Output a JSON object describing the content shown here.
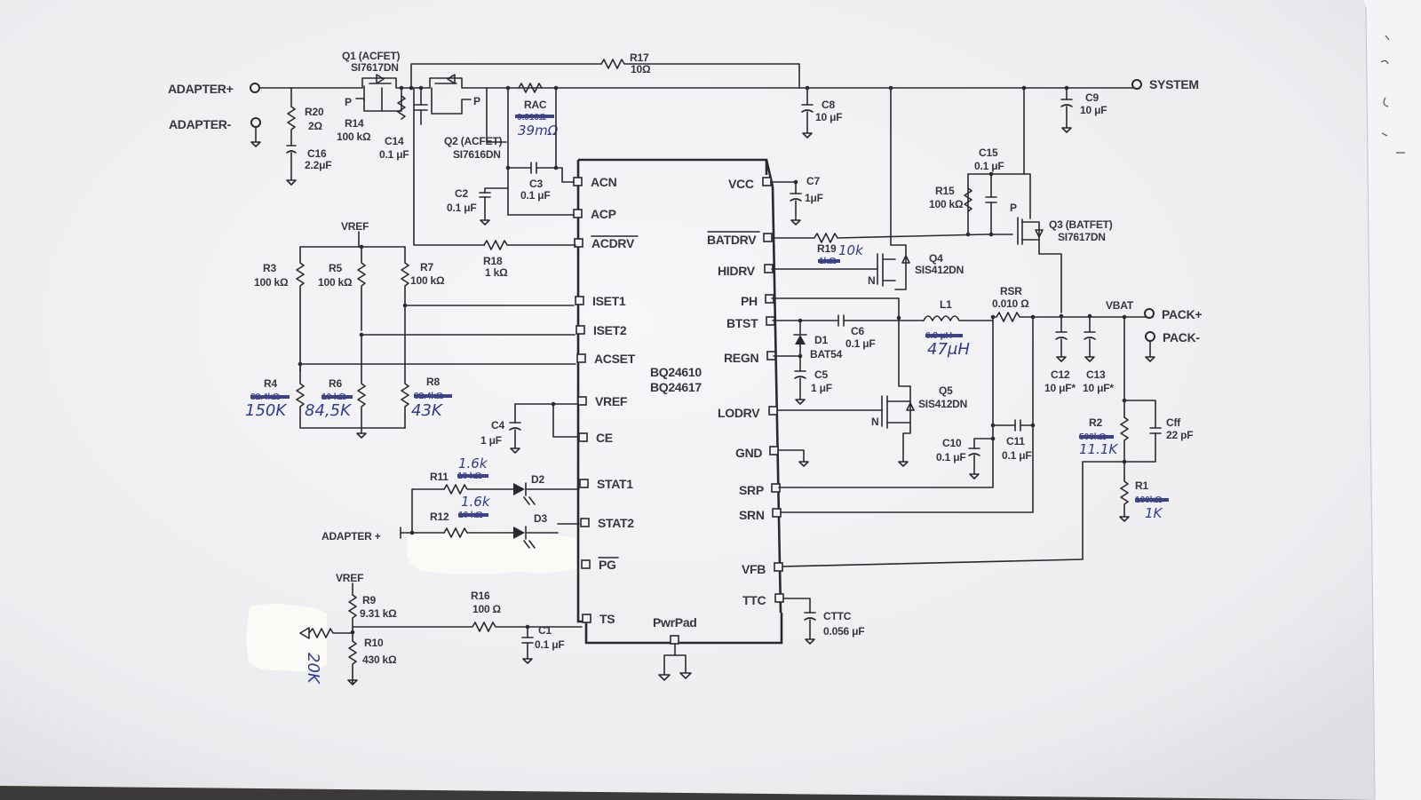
{
  "ic": {
    "name1": "BQ24610",
    "name2": "BQ24617",
    "pad": "PwrPad"
  },
  "pins_left": [
    "ACN",
    "ACP",
    "ACDRV",
    "ISET1",
    "ISET2",
    "ACSET",
    "VREF",
    "CE",
    "STAT1",
    "STAT2",
    "PG",
    "TS"
  ],
  "pins_right": [
    "VCC",
    "BATDRV",
    "HIDRV",
    "PH",
    "BTST",
    "REGN",
    "LODRV",
    "GND",
    "SRP",
    "SRN",
    "VFB",
    "TTC"
  ],
  "ports": {
    "adapter_plus": "ADAPTER+",
    "adapter_minus": "ADAPTER-",
    "system": "SYSTEM",
    "pack_plus": "PACK+",
    "pack_minus": "PACK-",
    "vbat": "VBAT",
    "adapter_plus2": "ADAPTER +",
    "vref_top": "VREF",
    "vref_ts": "VREF"
  },
  "components": {
    "q1_ref": "Q1 (ACFET)",
    "q1_part": "SI7617DN",
    "q2_ref": "Q2 (ACFET)",
    "q2_part": "SI7616DN",
    "q3_ref": "Q3 (BATFET)",
    "q3_part": "SI7617DN",
    "q4_ref": "Q4",
    "q4_part": "SIS412DN",
    "q5_ref": "Q5",
    "q5_part": "SIS412DN",
    "r17_ref": "R17",
    "r17_val": "10Ω",
    "r20_ref": "R20",
    "r20_val": "2Ω",
    "r14_ref": "R14",
    "r14_val": "100 kΩ",
    "c16_ref": "C16",
    "c16_val": "2.2μF",
    "c14_ref": "C14",
    "c14_val": "0.1 μF",
    "rac_ref": "RAC",
    "rac_val": "0.010Ω",
    "c8_ref": "C8",
    "c8_val": "10 μF",
    "c9_ref": "C9",
    "c9_val": "10 μF",
    "c3_ref": "C3",
    "c3_val": "0.1 μF",
    "c2_ref": "C2",
    "c2_val": "0.1 μF",
    "c7_ref": "C7",
    "c7_val": "1μF",
    "c15_ref": "C15",
    "c15_val": "0.1 μF",
    "r15_ref": "R15",
    "r15_val": "100 kΩ",
    "r18_ref": "R18",
    "r18_val": "1 kΩ",
    "r19_ref": "R19",
    "r19_val": "1kΩ",
    "r3_ref": "R3",
    "r3_val": "100 kΩ",
    "r5_ref": "R5",
    "r5_val": "100 kΩ",
    "r7_ref": "R7",
    "r7_val": "100 kΩ",
    "r4_ref": "R4",
    "r4_val": "32.4kΩ",
    "r6_ref": "R6",
    "r6_val": "10 kΩ",
    "r8_ref": "R8",
    "r8_val": "32.4kΩ",
    "l1_ref": "L1",
    "l1_val": "6.8 μH",
    "rsr_ref": "RSR",
    "rsr_val": "0.010 Ω",
    "d1_ref": "D1",
    "d1_part": "BAT54",
    "c6_ref": "C6",
    "c6_val": "0.1 μF",
    "c5_ref": "C5",
    "c5_val": "1 μF",
    "c12_ref": "C12",
    "c12_val": "10 μF*",
    "c13_ref": "C13",
    "c13_val": "10 μF*",
    "c4_ref": "C4",
    "c4_val": "1 μF",
    "r2_ref": "R2",
    "r2_val": "500kΩ",
    "cff_ref": "Cff",
    "cff_val": "22 pF",
    "c10_ref": "C10",
    "c10_val": "0.1 μF",
    "c11_ref": "C11",
    "c11_val": "0.1 μF",
    "r1_ref": "R1",
    "r1_val": "100kΩ",
    "r11_ref": "R11",
    "r11_val": "10 kΩ",
    "r12_ref": "R12",
    "r12_val": "10 kΩ",
    "d2_ref": "D2",
    "d3_ref": "D3",
    "r9_ref": "R9",
    "r9_val": "9.31 kΩ",
    "r10_ref": "R10",
    "r10_val": "430 kΩ",
    "r16_ref": "R16",
    "r16_val": "100 Ω",
    "c1_ref": "C1",
    "c1_val": "0.1 μF",
    "cttc_ref": "CTTC",
    "cttc_val": "0.056 μF"
  },
  "handwritten": {
    "rac": "39mΩ",
    "r19": "10k",
    "l1": "47μH",
    "r4": "150K",
    "r6": "84,5K",
    "r8": "43K",
    "r11": "1.6k",
    "r12": "1.6k",
    "r2": "11.1K",
    "r1": "1K",
    "thermistor": "20K"
  }
}
